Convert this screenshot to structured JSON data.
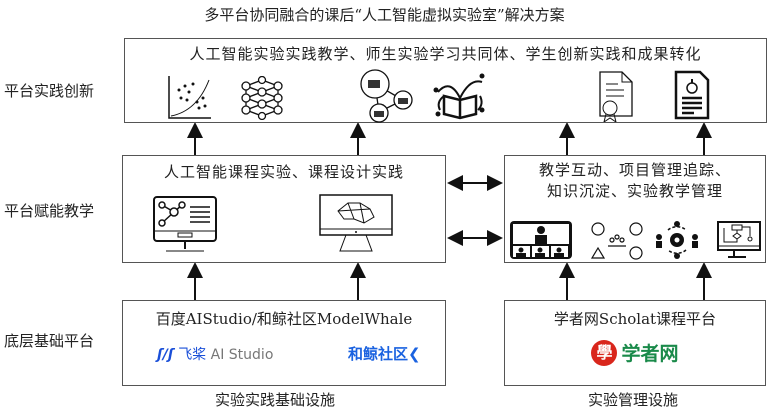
{
  "title": "多平台协同融合的课后“人工智能虚拟实验室”解决方案",
  "row_labels": [
    "平台实践创新",
    "平台赋能教学",
    "底层基础平台"
  ],
  "top_box": {
    "text": "人工智能实验实践教学、师生实验学习共同体、学生创新实践和成果转化"
  },
  "middle_left": {
    "text": "人工智能课程实验、课程设计实践"
  },
  "middle_right": {
    "line1": "教学互动、项目管理追踪、",
    "line2": "知识沉淀、实验教学管理"
  },
  "bottom_left": {
    "text": "百度AIStudio/和鲸社区ModelWhale",
    "logo1_mark": "飞桨",
    "logo1_text": "AI Studio",
    "logo2_text": "和鲸社区"
  },
  "bottom_right": {
    "text": "学者网Scholat课程平台",
    "logo_seal": "學",
    "logo_text": "学者网"
  },
  "captions": {
    "left": "实验实践基础设施",
    "right": "实验管理设施"
  }
}
